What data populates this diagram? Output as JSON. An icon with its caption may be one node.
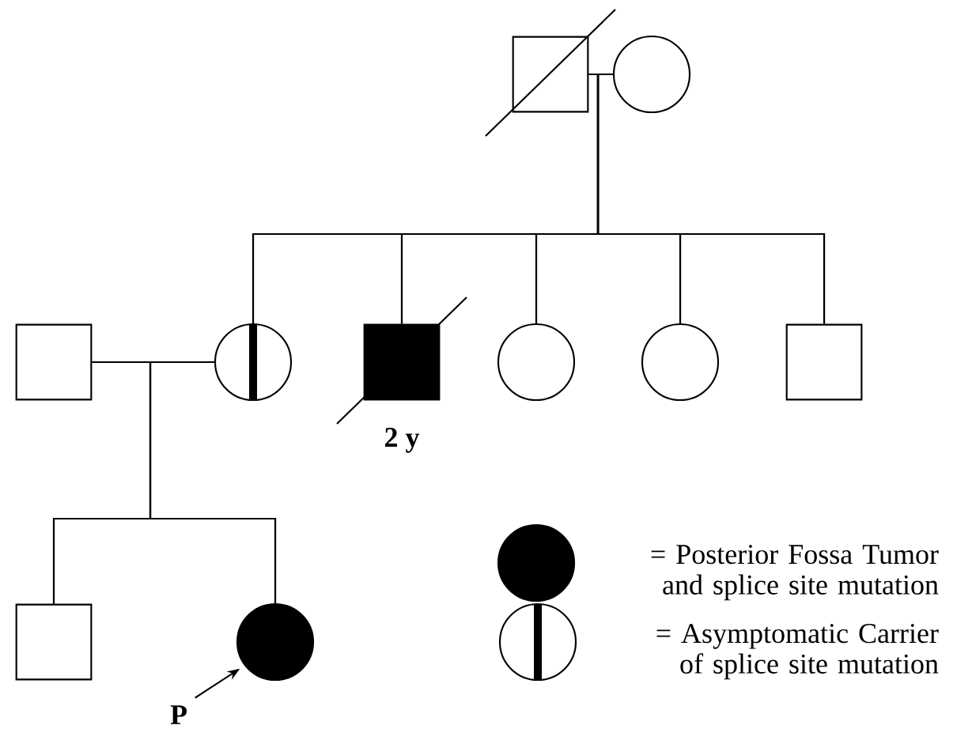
{
  "diagram": {
    "nodes": [
      {
        "text": [],
        "shape": "box"
      },
      {
        "text": [],
        "shape": "circle"
      },
      {
        "text": [],
        "shape": "box"
      },
      {
        "text": [],
        "shape": "circle"
      },
      {
        "text": [],
        "shape": "box",
        "beside": [
          "2 y"
        ]
      },
      {
        "text": [],
        "shape": "circle"
      },
      {
        "text": [],
        "shape": "circle"
      },
      {
        "text": [],
        "shape": "box"
      },
      {
        "text": [],
        "shape": "box"
      },
      {
        "text": [],
        "shape": "circle"
      },
      {
        "text": [
          "P"
        ]
      }
    ],
    "edges": [
      {
        "from": 0,
        "to": 3,
        "arrow": "none"
      },
      {
        "from": 0,
        "to": 4,
        "arrow": "none"
      },
      {
        "from": 0,
        "to": 5,
        "arrow": "none"
      },
      {
        "from": 0,
        "to": 6,
        "arrow": "none"
      },
      {
        "from": 0,
        "to": 7,
        "arrow": "none"
      },
      {
        "from": 1,
        "to": 3,
        "arrow": "none"
      },
      {
        "from": 1,
        "to": 4,
        "arrow": "none"
      },
      {
        "from": 1,
        "to": 5,
        "arrow": "none"
      },
      {
        "from": 1,
        "to": 6,
        "arrow": "none"
      },
      {
        "from": 1,
        "to": 7,
        "arrow": "none"
      },
      {
        "from": 2,
        "to": 8,
        "arrow": "none"
      },
      {
        "from": 2,
        "to": 9,
        "arrow": "none"
      },
      {
        "from": 3,
        "to": 8,
        "arrow": "none"
      },
      {
        "from": 3,
        "to": 9,
        "arrow": "none"
      },
      {
        "from": 10,
        "to": 9,
        "arrow": "to"
      }
    ],
    "legend": [
      {
        "text": "= Posterior Fossa Tumor and splice site mutation"
      },
      {
        "text": "= Asymptomatic Carrier of splice site mutation"
      }
    ]
  }
}
